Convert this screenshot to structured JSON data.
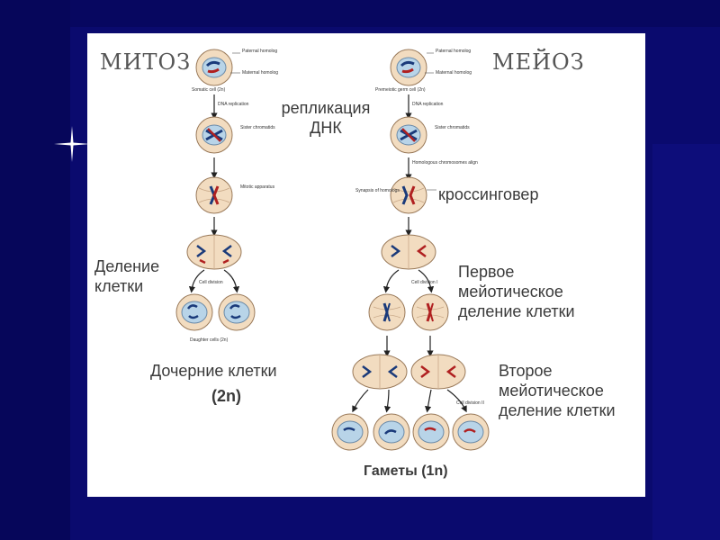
{
  "titles": {
    "mitosis": "МИТОЗ",
    "meiosis": "МЕЙОЗ"
  },
  "russian_labels": {
    "dna_replication": "репликация ДНК",
    "crossing_over": "кроссинговер",
    "cell_division": "Деление клетки",
    "daughter_cells": "Дочерние клетки",
    "daughter_cells_2n": "(2n)",
    "first_meiotic_division": "Первое мейотическое деление клетки",
    "second_meiotic_division": "Второе мейотическое деление клетки",
    "gametes": "Гаметы  (1n)"
  },
  "english_labels": {
    "paternal_homolog": "Paternal homolog",
    "maternal_homolog": "Maternal homolog",
    "somatic_cell": "Somatic cell (2n)",
    "premeiotic_cell": "Premeiotic germ cell (2n)",
    "dna_replication": "DNA replication",
    "sister_chromatids": "Sister chromatids",
    "mitotic_apparatus": "Mitotic apparatus",
    "homologous_align": "Homologous chromosomes align",
    "synapsis": "Synapsis of homologs",
    "cell_division": "Cell division",
    "daughter_cells": "Daughter cells (2n)",
    "cell_division_1": "Cell division I",
    "cell_division_2": "Cell division II"
  },
  "colors": {
    "background": "#0a0a6e",
    "slide": "#ffffff",
    "cell_fill": "#f2dcc0",
    "cell_nucleus": "#b8d4e8",
    "paternal": "#1a3a7a",
    "maternal": "#b02020"
  }
}
